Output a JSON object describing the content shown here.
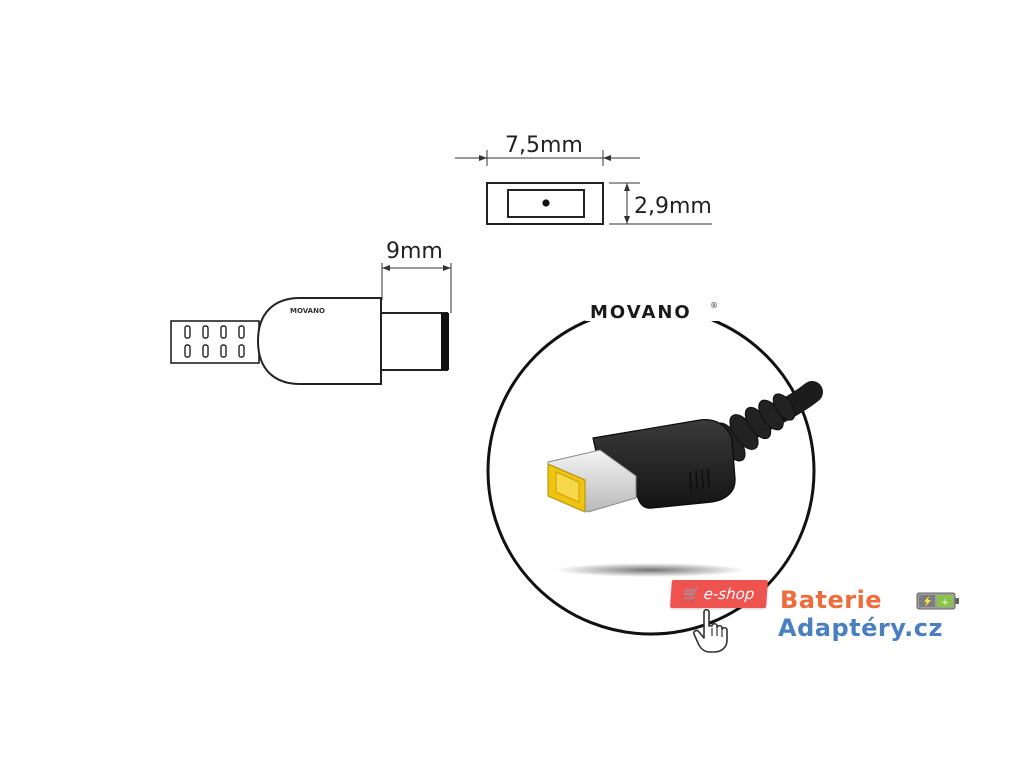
{
  "dimensions": {
    "width_label": "7,5mm",
    "height_label": "2,9mm",
    "length_label": "9mm"
  },
  "branding": {
    "connector_logo": "MOVANO",
    "ring_logo": "MOVANO",
    "registered_mark": "®",
    "shop_badge": "e-shop",
    "shop_name_line1": "Baterie",
    "shop_name_line2": "Adaptéry.cz"
  },
  "icons": {
    "cart": "cart-icon",
    "pointer": "hand-pointer-icon",
    "battery": "battery-icon"
  },
  "colors": {
    "tip_yellow": "#f1c40f",
    "badge_red": "#ef5350",
    "brand_orange": "#ef6c3c",
    "brand_blue": "#4a7fc0",
    "cable_black": "#1c1c1c"
  }
}
